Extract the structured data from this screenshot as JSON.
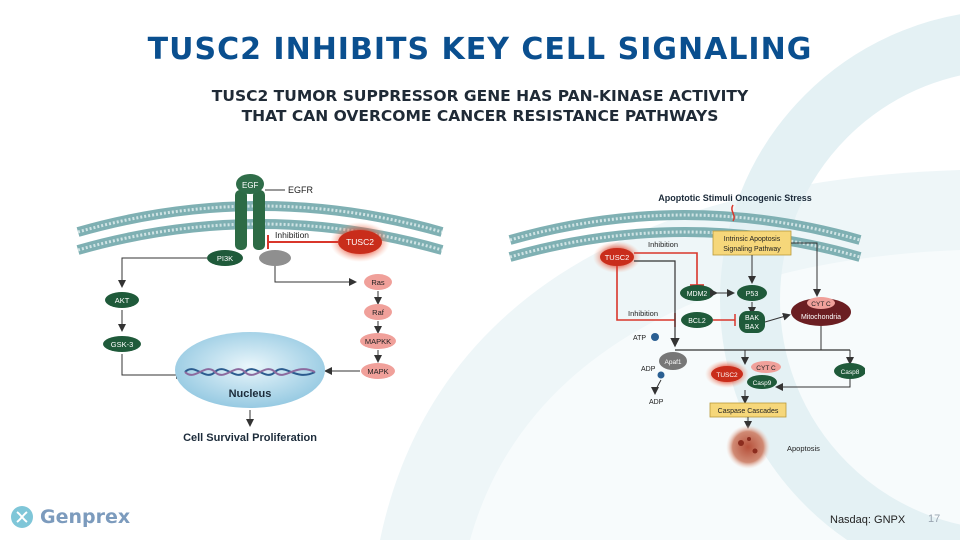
{
  "slide": {
    "title": "TUSC2 INHIBITS KEY CELL SIGNALING",
    "subtitle_line1": "TUSC2 TUMOR SUPPRESSOR GENE HAS PAN-KINASE ACTIVITY",
    "subtitle_line2": "THAT CAN OVERCOME CANCER RESISTANCE PATHWAYS",
    "page_number": "17"
  },
  "left_diagram": {
    "egf": "EGF",
    "egfr": "EGFR",
    "inhibition": "Inhibition",
    "tusc2": "TUSC2",
    "pi3k": "PI3K",
    "akt": "AKT",
    "gsk3": "GSK-3",
    "ras": "Ras",
    "raf": "Raf",
    "mapkk": "MAPKK",
    "mapk": "MAPK",
    "nucleus": "Nucleus",
    "outcome": "Cell Survival Proliferation"
  },
  "right_diagram": {
    "stimuli": "Apoptotic Stimuli Oncogenic Stress",
    "tusc2": "TUSC2",
    "inhibition_top": "Inhibition",
    "inhibition_bottom": "Inhibition",
    "intrinsic_line1": "Intrinsic Apoptosis",
    "intrinsic_line2": "Signaling Pathway",
    "mdm2": "MDM2",
    "p53": "P53",
    "cytc_top": "CYT C",
    "mitochondria": "Mitochondria",
    "bcl2": "BCL2",
    "bak": "BAK",
    "bax": "BAX",
    "atp": "ATP",
    "apaf1": "Apaf1",
    "adp1": "ADP",
    "adp2": "ADP",
    "tusc2_lower": "TUSC2",
    "cytc_lower": "CYT C",
    "casp9": "Casp9",
    "casp8": "Casp8",
    "caspase_cascades": "Caspase Cascades",
    "apoptosis": "Apoptosis"
  },
  "footer": {
    "logo": "Genprex",
    "ticker": "Nasdaq: GNPX"
  },
  "colors": {
    "title": "#0a4f8f",
    "node_green": "#1f5a3a",
    "node_pink": "#f0a09a",
    "tusc2_red": "#d9311f",
    "inhibit_red": "#d9362b",
    "membrane": "#7fb0b3",
    "yellow_box": "#f6d77a"
  }
}
